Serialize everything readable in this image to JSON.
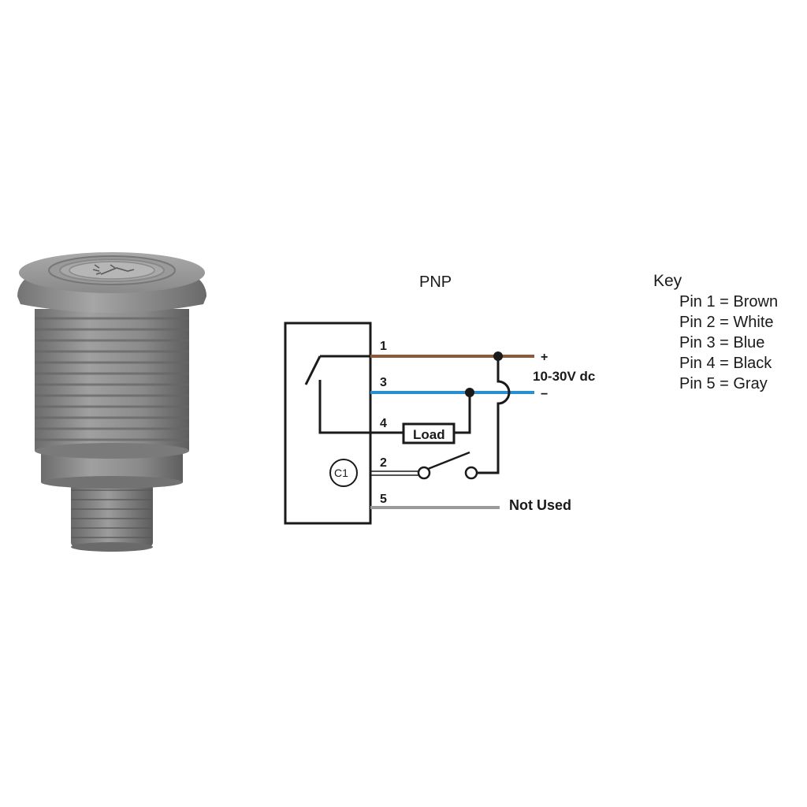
{
  "diagram": {
    "title": "PNP",
    "pins": [
      {
        "number": "1",
        "wire_color": "#8a5a3c"
      },
      {
        "number": "3",
        "wire_color": "#2a8fd0"
      },
      {
        "number": "4",
        "wire_color": "#1a1a1a"
      },
      {
        "number": "2",
        "wire_color": "#1a1a1a"
      },
      {
        "number": "5",
        "wire_color": "#9a9a9a"
      }
    ],
    "supply_plus": "+",
    "supply_minus": "−",
    "supply_voltage": "10-30V dc",
    "load_label": "Load",
    "contact_label": "C1",
    "not_used_label": "Not Used"
  },
  "key": {
    "title": "Key",
    "items": [
      "Pin 1 = Brown",
      "Pin 2 = White",
      "Pin 3 = Blue",
      "Pin 4 = Black",
      "Pin 5 = Gray"
    ]
  },
  "product_image": {
    "description_icon": "touch-sensor-icon",
    "body_color": "#8c8c8c"
  }
}
